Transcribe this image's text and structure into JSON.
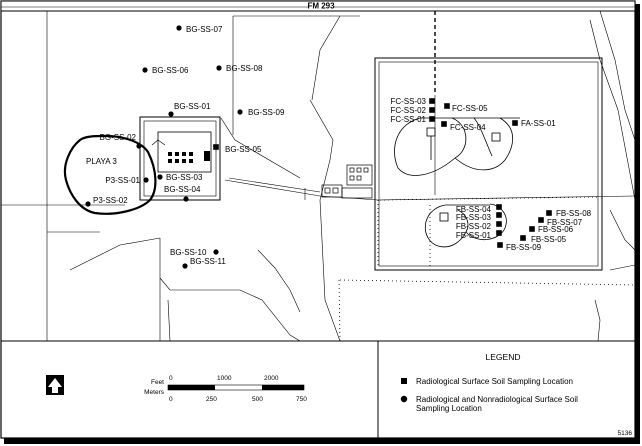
{
  "road": {
    "label": "FM 293"
  },
  "playa": {
    "label": "PLAYA 3"
  },
  "samples_circle": [
    {
      "id": "BG-SS-07"
    },
    {
      "id": "BG-SS-06"
    },
    {
      "id": "BG-SS-08"
    },
    {
      "id": "BG-SS-01"
    },
    {
      "id": "BG-SS-09"
    },
    {
      "id": "BG-SS-02"
    },
    {
      "id": "BG-SS-03"
    },
    {
      "id": "BG-SS-04"
    },
    {
      "id": "P3-SS-01"
    },
    {
      "id": "P3-SS-02"
    },
    {
      "id": "BG-SS-10"
    },
    {
      "id": "BG-SS-11"
    }
  ],
  "samples_square": [
    {
      "id": "BG-SS-05"
    },
    {
      "id": "FC-SS-03"
    },
    {
      "id": "FC-SS-02"
    },
    {
      "id": "FC-SS-01"
    },
    {
      "id": "FC-SS-05"
    },
    {
      "id": "FC-SS-04"
    },
    {
      "id": "FA-SS-01"
    },
    {
      "id": "FB-SS-04"
    },
    {
      "id": "FB-SS-03"
    },
    {
      "id": "FB-SS-02"
    },
    {
      "id": "FB-SS-01"
    },
    {
      "id": "FB-SS-08"
    },
    {
      "id": "FB-SS-07"
    },
    {
      "id": "FB-SS-06"
    },
    {
      "id": "FB-SS-05"
    },
    {
      "id": "FB-SS-09"
    }
  ],
  "scale": {
    "feet_label": "Feet",
    "meters_label": "Meters",
    "feet_ticks": [
      "0",
      "1000",
      "2000"
    ],
    "meters_ticks": [
      "0",
      "250",
      "500",
      "750"
    ]
  },
  "legend": {
    "title": "LEGEND",
    "item_square": "Radiological Surface Soil Sampling Location",
    "item_circle_line1": "Radiological and Nonradiological Surface Soil",
    "item_circle_line2": "Sampling Location"
  },
  "figure_number": "5136",
  "north_arrow": "north-arrow-icon"
}
